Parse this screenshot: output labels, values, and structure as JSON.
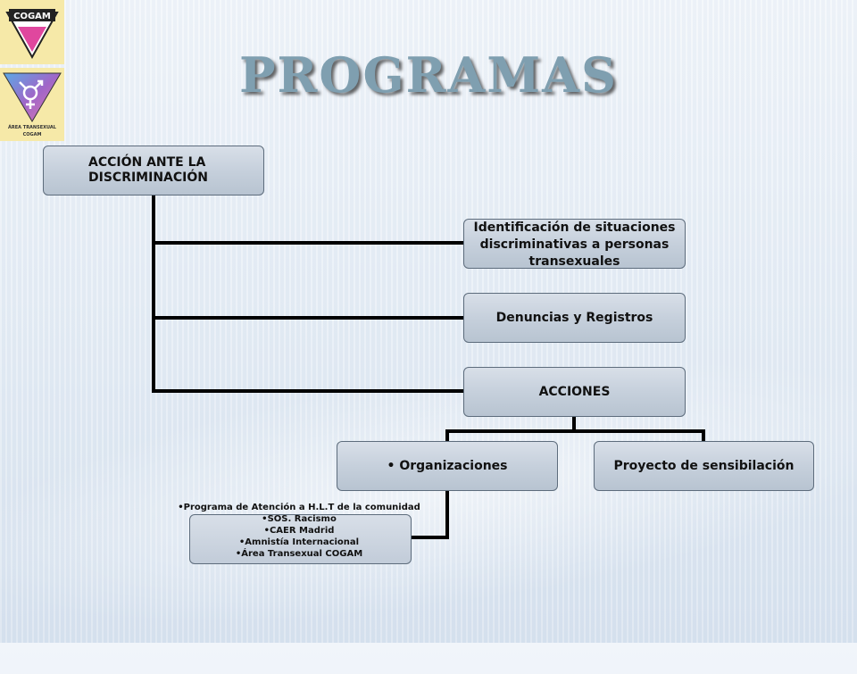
{
  "title": "PROGRAMAS",
  "logos": {
    "top": {
      "icon": "cogam-logo-icon",
      "text": "COGAM"
    },
    "bottom": {
      "icon": "transgender-symbol-icon",
      "caption_line1": "ÁREA TRANSEXUAL",
      "caption_line2": "COGAM"
    }
  },
  "nodes": {
    "root": "ACCIÓN ANTE LA DISCRIMINACIÓN",
    "identificacion": "Identificación  de situaciones discriminativas a personas transexuales",
    "denuncias": "Denuncias y Registros",
    "acciones": "ACCIONES",
    "organizaciones": "• Organizaciones",
    "proyecto": "Proyecto de sensibilación"
  },
  "organizaciones_list": [
    "Programa de Atención a H.L.T de la comunidad",
    "SOS. Racismo",
    "CAER Madrid",
    "Amnistía Internacional",
    "Área Transexual COGAM"
  ],
  "colors": {
    "node_border": "#5d6c7c",
    "connector": "#000000",
    "title": "#7f9fb0",
    "logo_bg": "#f6e9a8"
  }
}
